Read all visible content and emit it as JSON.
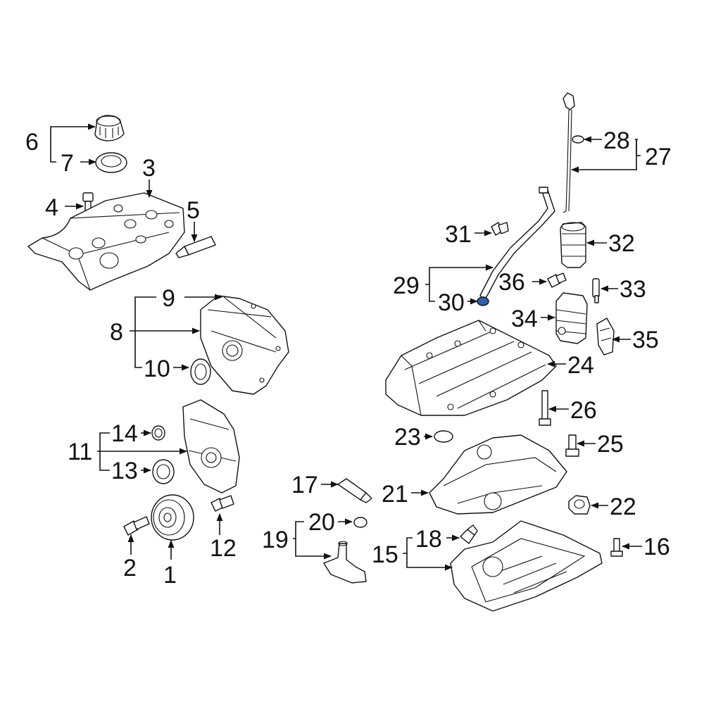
{
  "callouts": {
    "c1": "1",
    "c2": "2",
    "c3": "3",
    "c4": "4",
    "c5": "5",
    "c6": "6",
    "c7": "7",
    "c8": "8",
    "c9": "9",
    "c10": "10",
    "c11": "11",
    "c12": "12",
    "c13": "13",
    "c14": "14",
    "c15": "15",
    "c16": "16",
    "c17": "17",
    "c18": "18",
    "c19": "19",
    "c20": "20",
    "c21": "21",
    "c22": "22",
    "c23": "23",
    "c24": "24",
    "c25": "25",
    "c26": "26",
    "c27": "27",
    "c28": "28",
    "c29": "29",
    "c30": "30",
    "c31": "31",
    "c32": "32",
    "c33": "33",
    "c34": "34",
    "c35": "35",
    "c36": "36"
  },
  "colors": {
    "line": "#111111",
    "background": "#ffffff",
    "highlight": "#2f5fa8"
  }
}
